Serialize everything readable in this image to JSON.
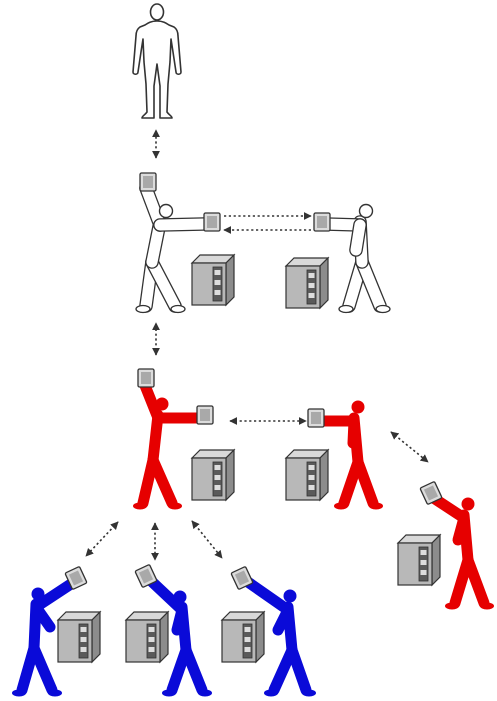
{
  "colors": {
    "background": "#ffffff",
    "white_tier": "#ffffff",
    "red_tier": "#e60000",
    "blue_tier": "#0a0ad8",
    "outline": "#333333",
    "connector": "#333333",
    "device": "#b8b8b8",
    "panel": "#e2e2e2"
  },
  "tiers": [
    {
      "id": "top",
      "fill": "white_tier",
      "members": 1
    },
    {
      "id": "upper",
      "fill": "white_tier",
      "members": 2
    },
    {
      "id": "middle",
      "fill": "red_tier",
      "members": 3
    },
    {
      "id": "bottom",
      "fill": "blue_tier",
      "members": 3
    }
  ],
  "icons": {
    "person": "person-figure-icon",
    "worker": "worker-holding-panel-icon",
    "server": "server-tower-icon",
    "panel": "handheld-panel-icon",
    "link": "dotted-double-arrow-icon"
  }
}
